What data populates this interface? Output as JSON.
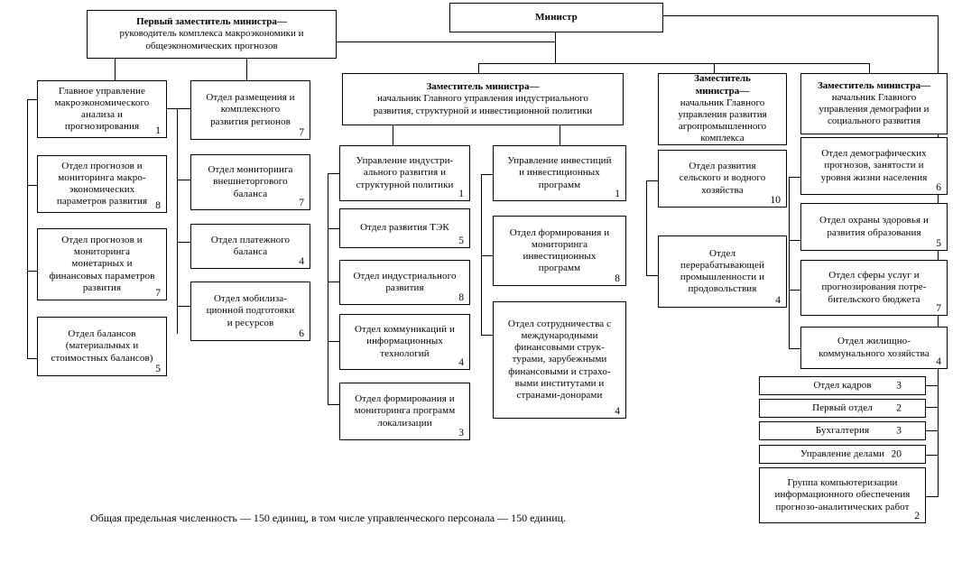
{
  "diagram": {
    "title_top": "Министр",
    "footer": "Общая предельная численность — 150 единиц, в том числе управленческого персонала — 150 единиц."
  },
  "nodes": {
    "minister": {
      "label": "Министр"
    },
    "first_deputy": {
      "header": "Первый заместитель министра—",
      "sub": "руководитель комплекса макроэкономики и\nобщеэкономических прогнозов"
    },
    "deputy_industrial": {
      "header": "Заместитель министра—",
      "sub": "начальник Главного управления индустриального\nразвития, структурной и инвестиционной политики"
    },
    "deputy_agro": {
      "header": "Заместитель\nминистра—",
      "sub": "начальник Главного\nуправления развития\nагропромышленного\nкомплекса"
    },
    "deputy_demography": {
      "header": "Заместитель министра—",
      "sub": "начальник Главного\nуправления демографии и\nсоциального развития"
    }
  },
  "col_macro": [
    {
      "label": "Главное управление\nмакроэкономического\nанализа и\nпрогнозирования",
      "count": "1"
    },
    {
      "label": "Отдел прогнозов и\nмониторинга макро-\nэкономических\nпараметров развития",
      "count": "8"
    },
    {
      "label": "Отдел прогнозов и\nмониторинга\nмонетарных и\nфинансовых параметров\nразвития",
      "count": "7"
    },
    {
      "label": "Отдел балансов\n(материальных и\nстоимостных балансов)",
      "count": "5"
    }
  ],
  "col_regions": [
    {
      "label": "Отдел размещения и\nкомплексного\nразвития регионов",
      "count": "7"
    },
    {
      "label": "Отдел мониторинга\nвнешнеторгового\nбаланса",
      "count": "7"
    },
    {
      "label": "Отдел платежного\nбаланса",
      "count": "4"
    },
    {
      "label": "Отдел мобилиза-\nционной подготовки\nи ресурсов",
      "count": "6"
    }
  ],
  "col_industrial": [
    {
      "label": "Управление индустри-\nального развития и\nструктурной политики",
      "count": "1"
    },
    {
      "label": "Отдел развития ТЭК",
      "count": "5"
    },
    {
      "label": "Отдел индустриального\nразвития",
      "count": "8"
    },
    {
      "label": "Отдел коммуникаций и\nинформационных\nтехнологий",
      "count": "4"
    },
    {
      "label": "Отдел формирования и\nмониторинга программ\nлокализации",
      "count": "3"
    }
  ],
  "col_investment": [
    {
      "label": "Управление инвестиций\nи инвестиционных\nпрограмм",
      "count": "1"
    },
    {
      "label": "Отдел формирования и\nмониторинга\nинвестиционных\nпрограмм",
      "count": "8"
    },
    {
      "label": "Отдел сотрудничества с\nмеждународными\nфинансовыми струк-\nтурами, зарубежными\nфинансовыми и страхо-\nвыми институтами и\nстранами-донорами",
      "count": "4"
    }
  ],
  "col_agro": [
    {
      "label": "Отдел развития\nсельского и водного\nхозяйства",
      "count": "10"
    },
    {
      "label": "Отдел\nперерабатывающей\nпромышленности и\nпродовольствия",
      "count": "4"
    }
  ],
  "col_demography": [
    {
      "label": "Отдел демографических\nпрогнозов, занятости и\nуровня жизни населения",
      "count": "6"
    },
    {
      "label": "Отдел охраны здоровья и\nразвития образования",
      "count": "5"
    },
    {
      "label": "Отдел сферы услуг и\nпрогнозирования потре-\nбительского бюджета",
      "count": "7"
    },
    {
      "label": "Отдел жилищно-\nкоммунального хозяйства",
      "count": "4"
    }
  ],
  "col_support": [
    {
      "label": "Отдел кадров",
      "count": "3"
    },
    {
      "label": "Первый отдел",
      "count": "2"
    },
    {
      "label": "Бухгалтерия",
      "count": "3"
    },
    {
      "label": "Управление делами",
      "count": "20"
    },
    {
      "label": "Группа  компьютеризации\nинформационного обеспечения\nпрогнозо-аналитических работ",
      "count": "2"
    }
  ],
  "colors": {
    "line": "#000000",
    "background": "#ffffff",
    "text": "#000000"
  }
}
